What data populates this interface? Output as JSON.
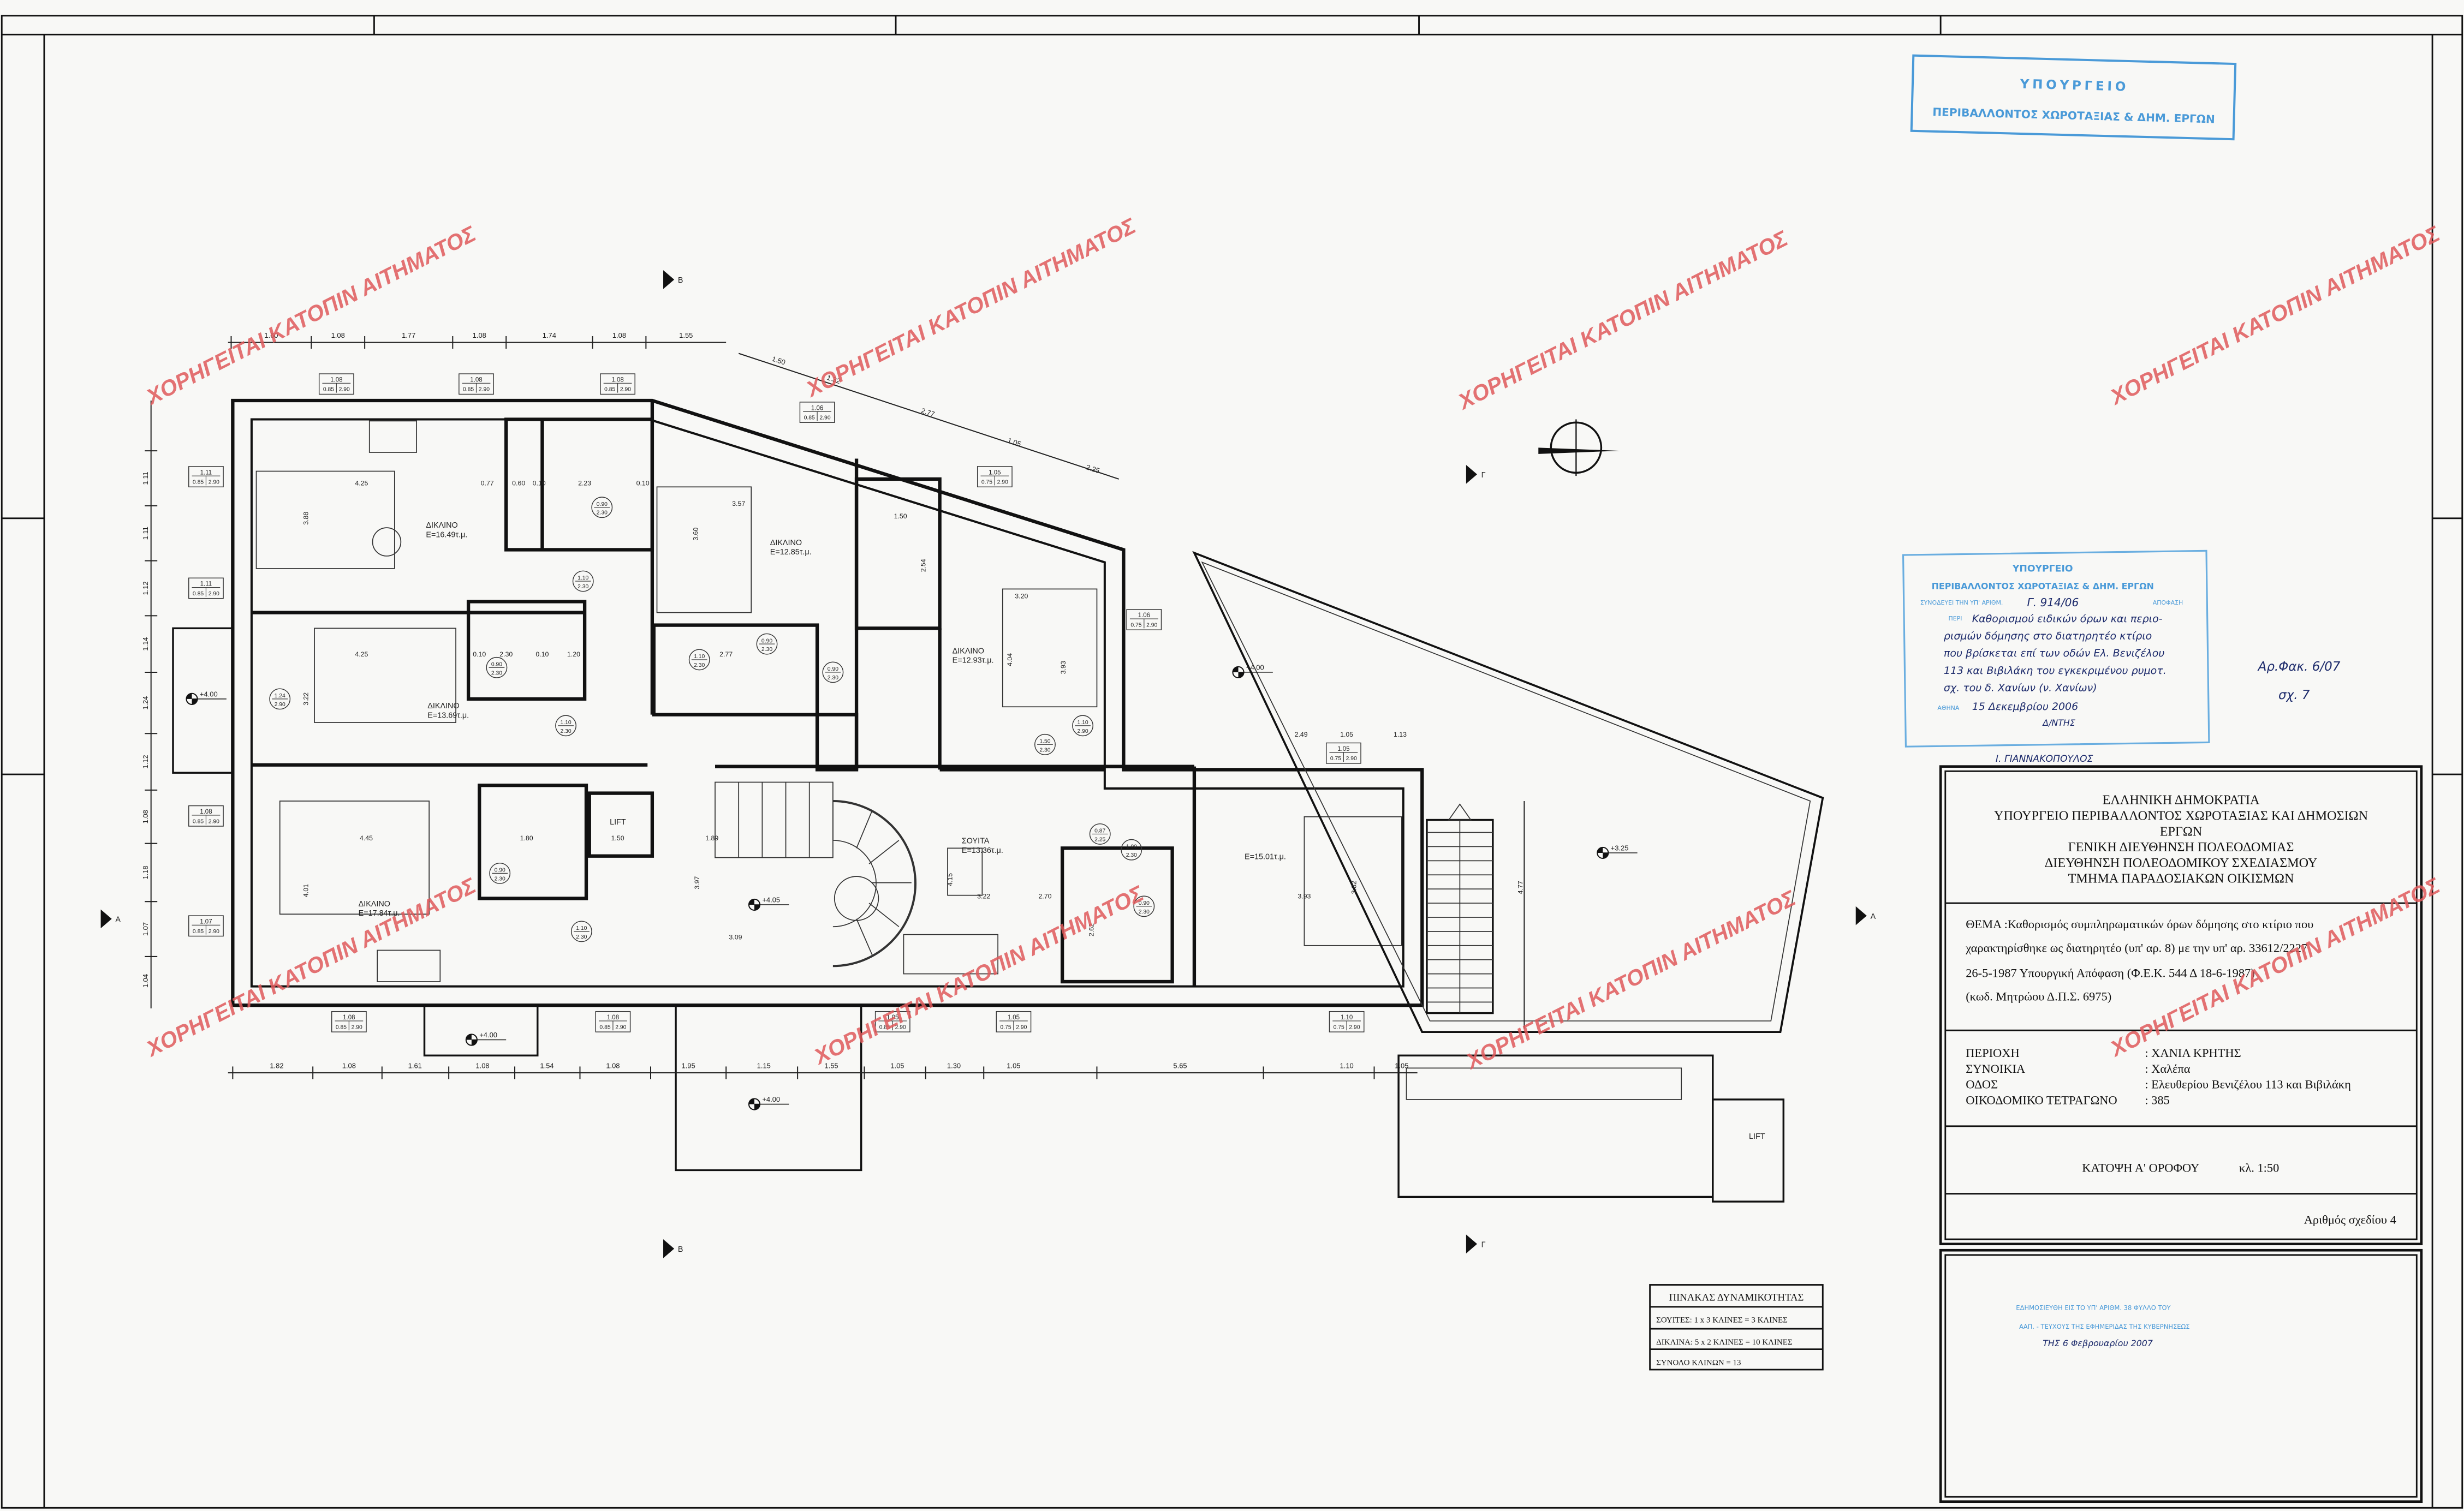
{
  "title_block": {
    "authority": [
      "ΕΛΛΗΝΙΚΗ ΔΗΜΟΚΡΑΤΙΑ",
      "ΥΠΟΥΡΓΕΙΟ ΠΕΡΙΒΑΛΛΟΝΤΟΣ ΧΩΡΟΤΑΞΙΑΣ ΚΑΙ ΔΗΜΟΣΙΩΝ",
      "ΕΡΓΩΝ",
      "ΓΕΝΙΚΗ ΔΙΕΥΘΗΝΣΗ ΠΟΛΕΟΔΟΜΙΑΣ",
      "ΔΙΕΥΘΗΝΣΗ ΠΟΛΕΟΔΟΜΙΚΟΥ ΣΧΕΔΙΑΣΜΟΥ",
      "ΤΜΗΜΑ ΠΑΡΑΔΟΣΙΑΚΩΝ ΟΙΚΙΣΜΩΝ"
    ],
    "subject": [
      "ΘΕΜΑ :Καθορισμός συμπληρωματικών όρων δόμησης στο κτίριο που",
      "χαρακτηρίσθηκε ως διατηρητέο (υπ' αρ. 8) με την υπ' αρ. 33612/2227",
      "26-5-1987 Υπουργική Απόφαση (Φ.Ε.Κ. 544 Δ 18-6-1987)",
      "(κωδ. Μητρώου Δ.Π.Σ. 6975)"
    ],
    "location": [
      {
        "label": "ΠΕΡΙΟΧΗ",
        "value": ": ΧΑΝΙΑ ΚΡΗΤΗΣ"
      },
      {
        "label": "ΣΥΝΟΙΚΙΑ",
        "value": ": Χαλέπα"
      },
      {
        "label": "ΟΔΟΣ",
        "value": ": Ελευθερίου Βενιζέλου 113 και Βιβιλάκη"
      },
      {
        "label": "ΟΙΚΟΔΟΜΙΚΟ ΤΕΤΡΑΓΩΝΟ",
        "value": ": 385"
      }
    ],
    "drawing_title": "ΚΑΤΟΨΗ Α' ΟΡΟΦΟΥ",
    "scale": "κλ. 1:50",
    "drawing_number": "Αριθμός σχεδίου 4"
  },
  "capacity_table": {
    "title": "ΠΙΝΑΚΑΣ ΔΥΝΑΜΙΚΟΤΗΤΑΣ",
    "rows": [
      "ΣΟΥΙΤΕΣ:  1 x 3 ΚΛΙΝΕΣ = 3 ΚΛΙΝΕΣ",
      "ΔΙΚΛΙΝΑ:  5 x 2 ΚΛΙΝΕΣ = 10 ΚΛΙΝΕΣ",
      "ΣΥΝΟΛΟ ΚΛΙΝΩΝ = 13"
    ]
  },
  "stamps": {
    "top": {
      "line1": "ΥΠΟΥΡΓΕΙΟ",
      "line2": "ΠΕΡΙΒΑΛΛΟΝΤΟΣ ΧΩΡΟΤΑΞΙΑΣ & ΔΗΜ. ΕΡΓΩΝ"
    },
    "approval": {
      "line1": "ΥΠΟΥΡΓΕΙΟ",
      "line2": "ΠΕΡΙΒΑΛΛΟΝΤΟΣ ΧΩΡΟΤΑΞΙΑΣ & ΔΗΜ. ΕΡΓΩΝ",
      "printed_ref": "ΣΥΝΟΔΕΥΕΙ ΤΗΝ ΥΠ' ΑΡΙΘΜ.",
      "ref_no": "Γ. 914/06",
      "printed_decision": "ΑΠΟΦΑΣΗ",
      "printed_about": "ΠΕΡΙ",
      "handwritten": [
        "Καθορισμού ειδικών όρων και περιο-",
        "ρισμών δόμησης στο διατηρητέο κτίριο",
        "που βρίσκεται επί των οδών Ελ. Βενιζέλου",
        "113 και Βιβιλάκη του εγκεκριμένου ρυμοτ.",
        "σχ. του δ. Χανίων (ν. Χανίων)"
      ],
      "printed_city": "ΑΘΗΝΑ",
      "date": "15 Δεκεμβρίου 2006",
      "role": "Δ/ΝΤΗΣ",
      "signatory": "Ι. ΓΙΑΝΝΑΚΟΠΟΥΛΟΣ"
    },
    "file_no": "Αρ.Φακ. 6/07",
    "sheet_no": "σχ. 7",
    "publication": {
      "line1": "ΕΔΗΜΟΣΙΕΥΘΗ ΕΙΣ ΤΟ ΥΠ' ΑΡΙΘΜ. 38 ΦΥΛΛΟ ΤΟΥ",
      "line2": "ΑΑΠ. - ΤΕΥΧΟΥΣ ΤΗΣ ΕΦΗΜΕΡΙΔΑΣ ΤΗΣ ΚΥΒΕΡΝΗΣΕΩΣ",
      "line3": "ΤΗΣ 6 Φεβρουαρίου 2007"
    }
  },
  "watermark": "ΧΟΡΗΓΕΙΤΑΙ ΚΑΤΟΠΙΝ ΑΙΤΗΜΑΤΟΣ",
  "plan": {
    "rooms": [
      {
        "name": "ΔΙΚΛΙΝΟ",
        "area": "E=16.49τ.μ."
      },
      {
        "name": "ΔΙΚΛΙΝΟ",
        "area": "E=12.85τ.μ."
      },
      {
        "name": "ΔΙΚΛΙΝΟ",
        "area": "E=13.69τ.μ."
      },
      {
        "name": "ΔΙΚΛΙΝΟ",
        "area": "E=12.93τ.μ."
      },
      {
        "name": "ΔΙΚΛΙΝΟ",
        "area": "E=17.84τ.μ."
      },
      {
        "name": "ΣΟΥΙΤΑ",
        "area": "E=13.36τ.μ."
      },
      {
        "name": "",
        "area": "E=15.01τ.μ."
      }
    ],
    "lift_label": "LIFT",
    "levels": [
      "+4.00",
      "+4.00",
      "+4.00",
      "+4.00",
      "+4.05",
      "+3.25"
    ],
    "dims_top": [
      "1.60",
      "1.08",
      "1.77",
      "1.08",
      "1.74",
      "1.08",
      "1.55"
    ],
    "dims_slanted": [
      "1.50",
      "1.32",
      "2.77",
      "1.05",
      "2.25"
    ],
    "dims_left": [
      "1.11",
      "1.11",
      "1.12",
      "1.14",
      "1.24",
      "1.12",
      "1.08",
      "1.18",
      "1.07",
      "1.04"
    ],
    "dims_bottom": [
      "1.82",
      "1.08",
      "1.61",
      "1.08",
      "1.54",
      "1.08",
      "1.95",
      "1.15",
      "1.55",
      "1.05",
      "1.30",
      "1.05",
      "5.65",
      "1.10",
      "1.05"
    ],
    "dims_interior": [
      "4.25",
      "0.77",
      "0.60",
      "0.10",
      "2.23",
      "0.10",
      "3.88",
      "3.57",
      "3.60",
      "4.25",
      "0.10",
      "2.30",
      "0.10",
      "1.20",
      "2.77",
      "3.22",
      "4.45",
      "1.80",
      "1.50",
      "1.89",
      "4.01",
      "3.22",
      "3.97",
      "3.09",
      "4.15",
      "2.70",
      "2.62",
      "3.93",
      "3.82",
      "3.20",
      "4.04",
      "3.93",
      "2.54",
      "1.50",
      "4.77",
      "2.49",
      "1.05",
      "1.13"
    ],
    "window_tags": [
      {
        "width": "1.08",
        "sill": "0.85",
        "head": "2.90"
      },
      {
        "width": "1.08",
        "sill": "0.85",
        "head": "2.90"
      },
      {
        "width": "1.08",
        "sill": "0.85",
        "head": "2.90"
      },
      {
        "width": "1.11",
        "sill": "0.85",
        "head": "2.90"
      },
      {
        "width": "1.11",
        "sill": "0.85",
        "head": "2.90"
      },
      {
        "width": "1.08",
        "sill": "0.85",
        "head": "2.90"
      },
      {
        "width": "1.07",
        "sill": "0.85",
        "head": "2.90"
      },
      {
        "width": "1.08",
        "sill": "0.85",
        "head": "2.90"
      },
      {
        "width": "1.08",
        "sill": "0.85",
        "head": "2.90"
      },
      {
        "width": "1.05",
        "sill": "0.85",
        "head": "2.90"
      },
      {
        "width": "1.05",
        "sill": "0.75",
        "head": "2.90"
      },
      {
        "width": "1.10",
        "sill": "0.75",
        "head": "2.90"
      },
      {
        "width": "1.05",
        "sill": "0.75",
        "head": "2.90"
      },
      {
        "width": "1.06",
        "sill": "0.75",
        "head": "2.90"
      },
      {
        "width": "1.05",
        "sill": "0.75",
        "head": "2.90"
      },
      {
        "width": "1.06",
        "sill": "0.85",
        "head": "2.90"
      }
    ],
    "door_tags": [
      {
        "width": "0.90",
        "height": "2.30"
      },
      {
        "width": "1.10",
        "height": "2.30"
      },
      {
        "width": "0.90",
        "height": "2.30"
      },
      {
        "width": "1.24",
        "height": "2.90"
      },
      {
        "width": "1.10",
        "height": "2.30"
      },
      {
        "width": "0.90",
        "height": "2.30"
      },
      {
        "width": "0.90",
        "height": "2.30"
      },
      {
        "width": "1.10",
        "height": "2.30"
      },
      {
        "width": "0.90",
        "height": "2.30"
      },
      {
        "width": "1.10",
        "height": "2.90"
      },
      {
        "width": "1.50",
        "height": "2.30"
      },
      {
        "width": "0.87",
        "height": "2.25"
      },
      {
        "width": "1.00",
        "height": "2.30"
      },
      {
        "width": "0.90",
        "height": "2.30"
      },
      {
        "width": "1.10",
        "height": "2.30"
      }
    ],
    "section_markers": [
      "B",
      "B",
      "Γ",
      "Γ",
      "A",
      "A"
    ]
  }
}
